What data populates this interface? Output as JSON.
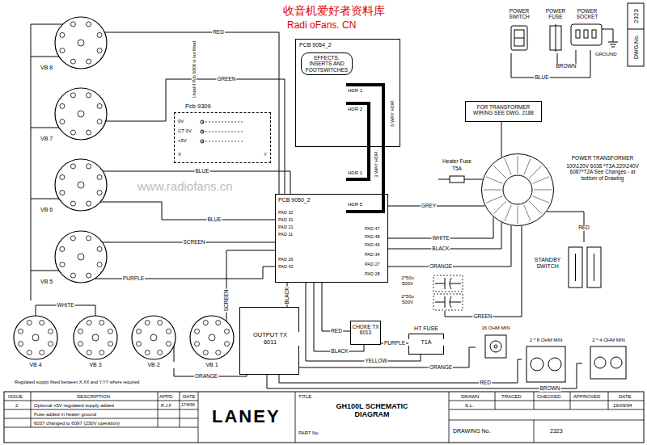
{
  "diagram": {
    "title": "GH100L SCHEMATIC DIAGRAM",
    "nodes": [
      {
        "text": [
          "VB 8"
        ]
      },
      {
        "text": [
          "VB 7"
        ]
      },
      {
        "text": [
          "VB 6"
        ]
      },
      {
        "text": [
          "VB 5"
        ]
      },
      {
        "text": [
          "VB 4"
        ]
      },
      {
        "text": [
          "VB 3"
        ]
      },
      {
        "text": [
          "VB 2"
        ]
      },
      {
        "text": [
          "VB 1"
        ]
      },
      {
        "text": [
          "Pcb 9309"
        ]
      },
      {
        "text": [
          "PCB 9054_2",
          "EFFECTS, INSERTS AND FOOTSWITCHES"
        ]
      },
      {
        "text": [
          "PCB 9050_2"
        ]
      },
      {
        "text": [
          "OUTPUT TX 6011"
        ]
      },
      {
        "text": [
          "CHOKE TX 6013"
        ]
      },
      {
        "text": [
          "HT FUSE",
          "T1A"
        ]
      },
      {
        "text": [
          "FOR TRANSFORMER WIRING SEE DWG. 2188"
        ]
      },
      {
        "text": [
          "POWER TRANSFORMER",
          "100\\120V 6038 *T3A 220\\240V 6087*T2A See Changes - at bottom of Drawing"
        ]
      },
      {
        "text": [
          "Heater Fuse",
          "T5A"
        ]
      },
      {
        "text": [
          "STANDBY SWITCH"
        ]
      },
      {
        "text": [
          "POWER SWITCH"
        ]
      },
      {
        "text": [
          "POWER FUSE"
        ]
      },
      {
        "text": [
          "POWER SOCKET"
        ]
      },
      {
        "text": [
          "2*50u 500V"
        ]
      },
      {
        "text": [
          "2*50u 500V"
        ]
      },
      {
        "text": [
          "16 OHM MIN"
        ]
      },
      {
        "text": [
          "2 * 8 OHM MIN"
        ]
      },
      {
        "text": [
          "2 * 4 OHM MIN"
        ]
      }
    ],
    "edges": [
      {
        "from": 0,
        "to": 10,
        "arrow": "none",
        "label": "RED"
      },
      {
        "from": 1,
        "to": 10,
        "arrow": "none",
        "label": "GREEN"
      },
      {
        "from": 2,
        "to": 10,
        "arrow": "none",
        "label": "BLUE"
      },
      {
        "from": 2,
        "to": 10,
        "arrow": "none",
        "label": "BLUE"
      },
      {
        "from": 3,
        "to": 10,
        "arrow": "none",
        "label": "SCREEN"
      },
      {
        "from": 3,
        "to": 10,
        "arrow": "none",
        "label": "PURPLE"
      },
      {
        "from": 7,
        "to": 10,
        "arrow": "none",
        "label": "SCREEN"
      },
      {
        "from": 10,
        "to": 11,
        "arrow": "none",
        "label": "BLACK"
      },
      {
        "from": 6,
        "to": 11,
        "arrow": "none",
        "label": "ORANGE"
      },
      {
        "from": 4,
        "to": 5,
        "arrow": "none",
        "label": "WHITE"
      },
      {
        "from": 12,
        "to": 10,
        "arrow": "none",
        "label": "RED"
      },
      {
        "from": 12,
        "to": 10,
        "arrow": "none",
        "label": "BLACK"
      },
      {
        "from": 13,
        "to": 12,
        "arrow": "none",
        "label": "PURPLE"
      },
      {
        "from": 13,
        "to": 10,
        "arrow": "none",
        "label": "YELLOW"
      },
      {
        "from": 10,
        "to": 15,
        "arrow": "none",
        "label": "WHITE"
      },
      {
        "from": 10,
        "to": 15,
        "arrow": "none",
        "label": "BLACK"
      },
      {
        "from": 10,
        "to": 15,
        "arrow": "none",
        "label": "ORANGE"
      },
      {
        "from": 10,
        "to": 15,
        "arrow": "none",
        "label": "GREY"
      },
      {
        "from": 16,
        "to": 15,
        "arrow": "none"
      },
      {
        "from": 14,
        "to": 15,
        "arrow": "none"
      },
      {
        "from": 22,
        "to": 15,
        "arrow": "none",
        "label": "GREEN"
      },
      {
        "from": 17,
        "to": 15,
        "arrow": "none",
        "label": "RED"
      },
      {
        "from": 18,
        "to": 20,
        "arrow": "none",
        "label": "BLUE"
      },
      {
        "from": 19,
        "to": 20,
        "arrow": "none",
        "label": "BROWN"
      },
      {
        "from": 11,
        "to": 23,
        "arrow": "none",
        "label": "ORANGE"
      },
      {
        "from": 11,
        "to": 24,
        "arrow": "none",
        "label": "RED"
      },
      {
        "from": 11,
        "to": 25,
        "arrow": "none",
        "label": "BROWN"
      }
    ],
    "labels": [
      "收音机爱好者资料库",
      "Radi oFans. CN",
      "www.radiofans.cn",
      "DWG.No.",
      "2323",
      "Used if Pcb 9309 is not fitted",
      "0V",
      "CT 0V",
      "+5V",
      "X",
      "Y",
      "HDR 1",
      "HDR 2",
      "3 WAY HDR.",
      "6 WAY HDR.",
      "HDR 1",
      "HDR 5",
      "PAD 32",
      "PAD 31",
      "PAD 21",
      "PAD 11",
      "PAD 26",
      "PAD 42",
      "PAD 47",
      "PAD 48",
      "PAD 46",
      "PAD 34",
      "PAD 27",
      "PAD 28",
      "GROUND",
      "Regulated supply fitted between X,XX and Y,YY where required",
      "ISSUE",
      "DESCRIPTION",
      "APPD.",
      "DATE",
      "2",
      "Optional +5V regulated supply added",
      "R.J.F",
      "17/8/98",
      "Fuse added in heater ground",
      "6037 changed to 6097 (230V operation)",
      "LANEY",
      "TITLE",
      "PART No",
      "DRAWN",
      "TRACED",
      "CHECKED",
      "APPROVED",
      "DATE",
      "S.L.",
      "19/09/94",
      "DRAWING No.",
      "2323"
    ]
  }
}
